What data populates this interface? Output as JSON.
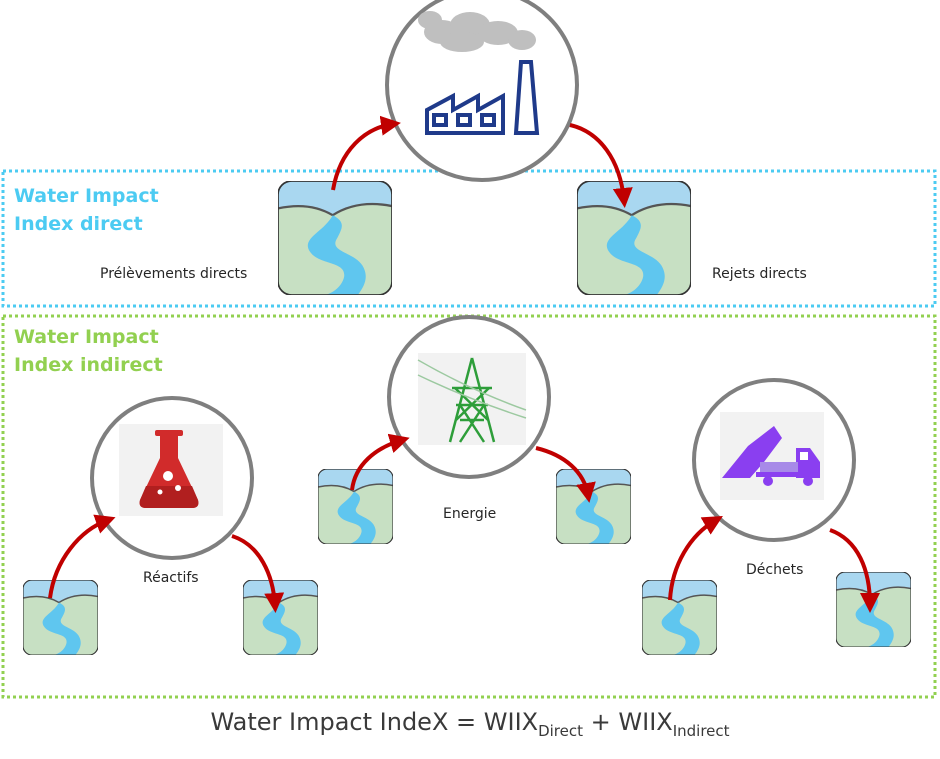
{
  "direct_box": {
    "title_line1": "Water Impact",
    "title_line2": "Index direct",
    "color": "#4ccbf2"
  },
  "indirect_box": {
    "title_line1": "Water Impact",
    "title_line2": "Index indirect",
    "color": "#92d050"
  },
  "labels": {
    "prelevements": "Prélèvements directs",
    "rejets": "Rejets directs",
    "reactifs": "Réactifs",
    "energie": "Energie",
    "dechets": "Déchets"
  },
  "formula": {
    "lhs": "Water Impact IndeX = ",
    "term1": "WIIX",
    "sub1": "Direct",
    "plus": " + ",
    "term2": "WIIX",
    "sub2": "Indirect"
  },
  "icons": {
    "factory": "factory-icon",
    "flask": "flask-icon",
    "pylon": "power-pylon-icon",
    "truck": "dump-truck-icon",
    "river": "river-icon"
  },
  "colors": {
    "arrow": "#c00000",
    "circle": "#7f7f7f",
    "water": "#5fc6ef",
    "land": "#c7e0c3",
    "sky": "#a9d7f0",
    "factory": "#1f3a8a",
    "flask": "#d12b2b",
    "pylon": "#2e9e3a",
    "truck": "#8a3ff0"
  }
}
